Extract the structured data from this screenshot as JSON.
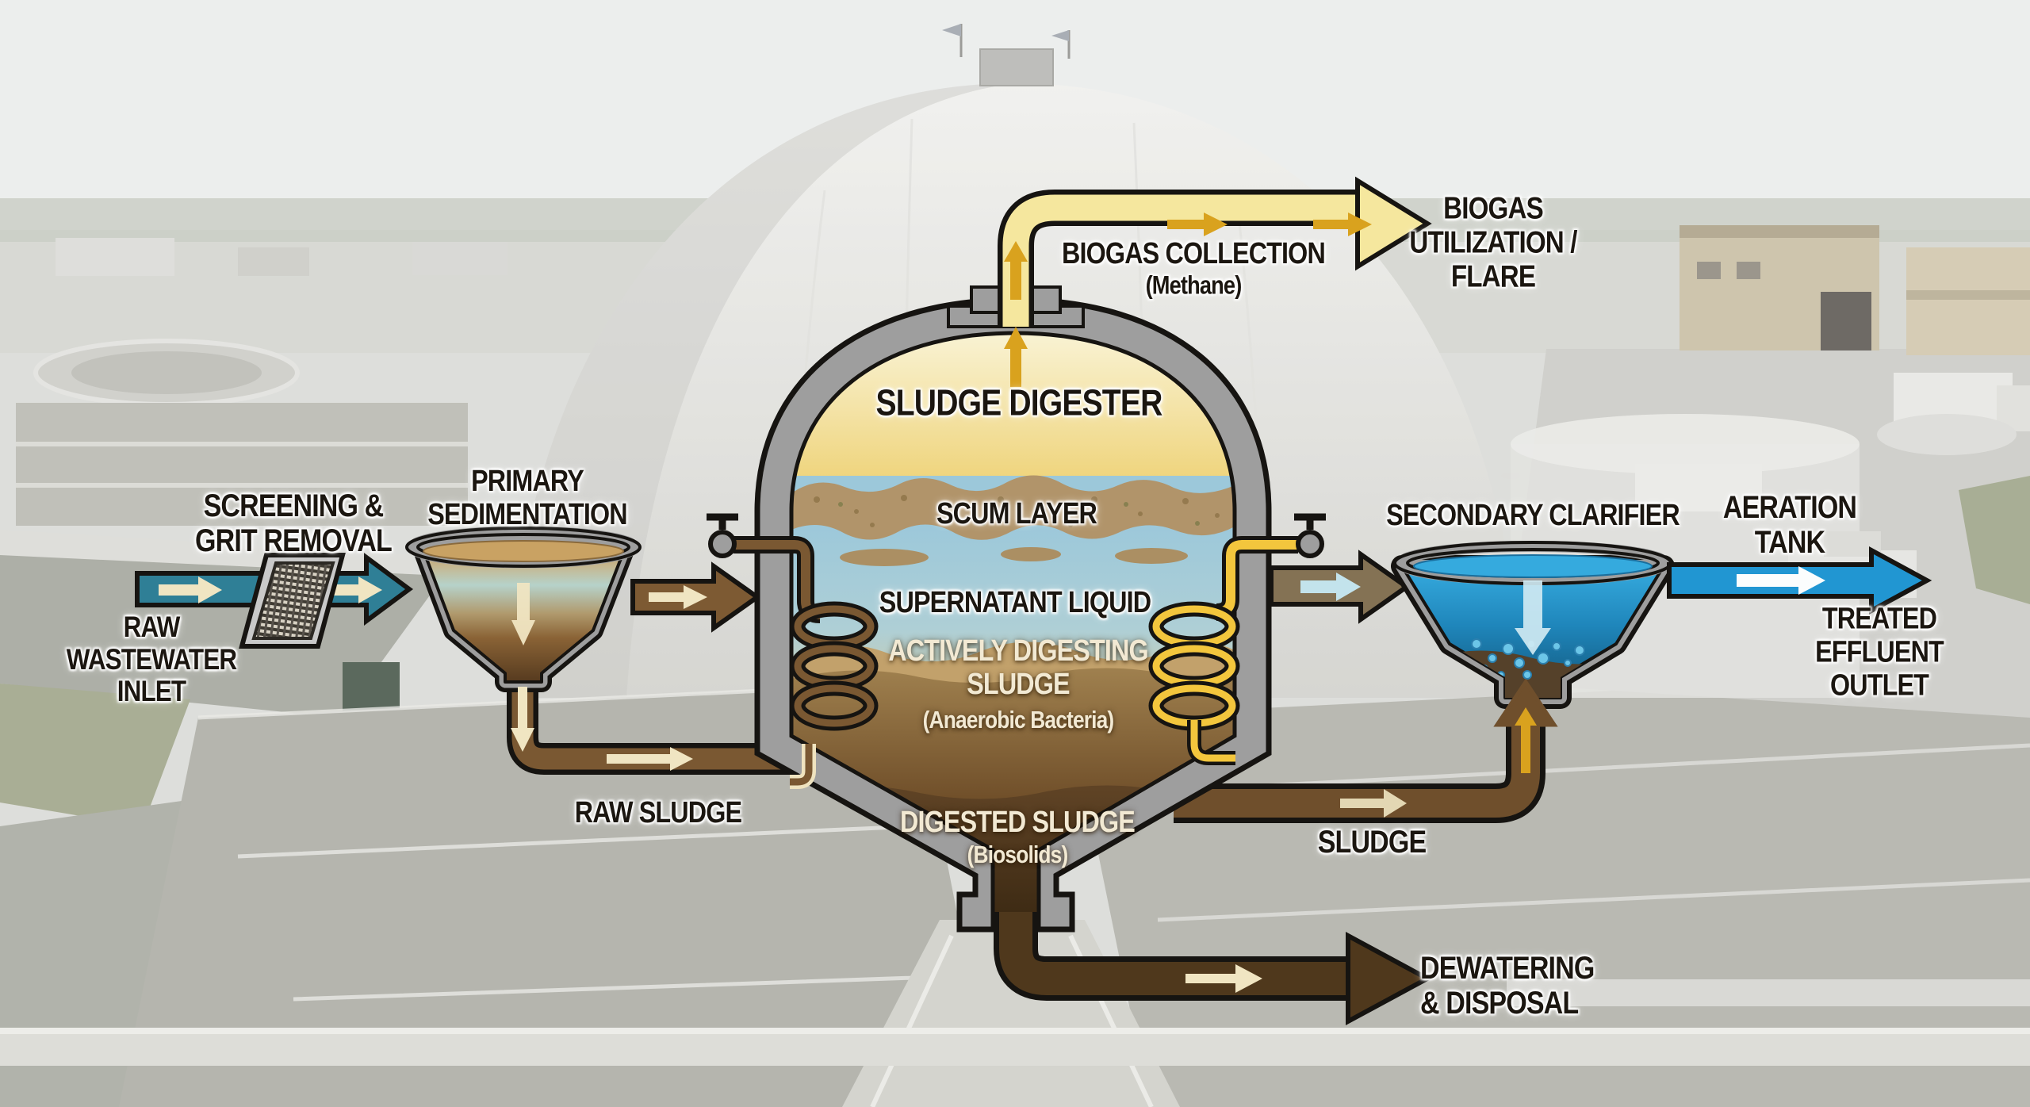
{
  "process_flow": {
    "inlet": {
      "label": "RAW\nWASTEWATER\nINLET"
    },
    "screening": {
      "label": "SCREENING &\nGRIT REMOVAL"
    },
    "primary_sedimentation": {
      "label": "PRIMARY\nSEDIMENTATION"
    },
    "raw_sludge_line": {
      "label": "RAW SLUDGE"
    },
    "digester": {
      "title": "SLUDGE DIGESTER",
      "zones": {
        "scum": "SCUM LAYER",
        "supernatant": "SUPERNATANT LIQUID",
        "active": "ACTIVELY DIGESTING\nSLUDGE",
        "active_sub": "(Anaerobic Bacteria)",
        "digested": "DIGESTED SLUDGE",
        "digested_sub": "(Biosolids)"
      }
    },
    "biogas": {
      "collection": "BIOGAS COLLECTION",
      "collection_sub": "(Methane)",
      "utilization": "BIOGAS\nUTILIZATION /\nFLARE"
    },
    "secondary_clarifier": {
      "label": "SECONDARY CLARIFIER"
    },
    "aeration_tank": {
      "label": "AERATION\nTANK"
    },
    "effluent": {
      "label": "TREATED\nEFFLUENT\nOUTLET"
    },
    "sludge_return_line": {
      "label": "SLUDGE"
    },
    "dewatering": {
      "label": "DEWATERING\n& DISPOSAL"
    }
  },
  "colors": {
    "inlet_teal": "#2f7f96",
    "effluent_blue": "#2196d2",
    "biogas_pipe_fill": "#f5e79e",
    "biogas_arrow_amber": "#d9a21e",
    "digester_gas_top": "#faf6dd",
    "digester_gas_bottom": "#eed173",
    "scum_tan": "#b1946a",
    "supernatant_blue": "#9cc8da",
    "active_sludge_brown": "#7d5c33",
    "digested_brown": "#4a3418",
    "raw_sludge_pipe": "#7a5832",
    "sludge_pipe": "#6f4f2c",
    "dewatering_pipe": "#4f381c",
    "feed_arrow_brown": "#7d5a33",
    "supernatant_arrow": "#847254",
    "coil_yellow": "#f3c63d",
    "wall_gray": "#9e9e9e",
    "outline_dark": "#161411",
    "arrow_cream": "#f0e5c2",
    "label_dark": "#1b1610",
    "label_light": "#f2e9d3"
  }
}
